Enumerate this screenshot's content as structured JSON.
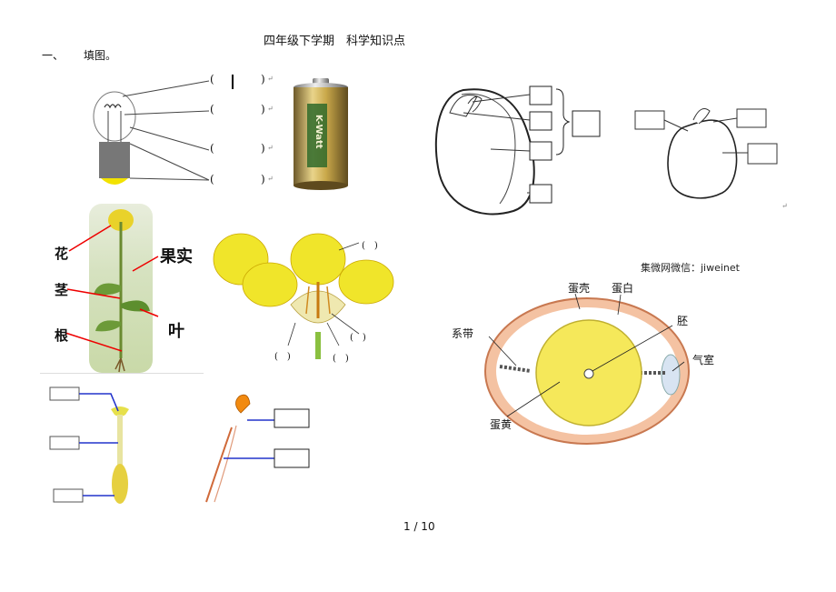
{
  "header": {
    "title": "四年级下学期　科学知识点"
  },
  "section": {
    "number": "一、",
    "title": "填图。"
  },
  "bulb": {
    "brackets": [
      "(",
      ")",
      "(",
      ")",
      "(",
      ")",
      "(",
      ")"
    ],
    "marks": [
      "↵",
      "↵",
      "↵",
      "↵"
    ]
  },
  "battery": {
    "brand": "K-Watt"
  },
  "rapeseed": {
    "labels": {
      "flower": "花",
      "fruit": "果实",
      "stem": "茎",
      "leaf": "叶",
      "root": "根"
    }
  },
  "flower": {
    "brackets": [
      "(　)",
      "(　)",
      "(　)",
      "(　)"
    ]
  },
  "egg": {
    "credit": "集微网微信：jiweinet",
    "labels": {
      "shell": "蛋壳",
      "albumen": "蛋白",
      "embryo": "胚",
      "chalaza": "系带",
      "air_cell": "气室",
      "yolk": "蛋黄"
    }
  },
  "seed2": {
    "mark": "↵"
  },
  "footer": {
    "page": "1 / 10"
  }
}
